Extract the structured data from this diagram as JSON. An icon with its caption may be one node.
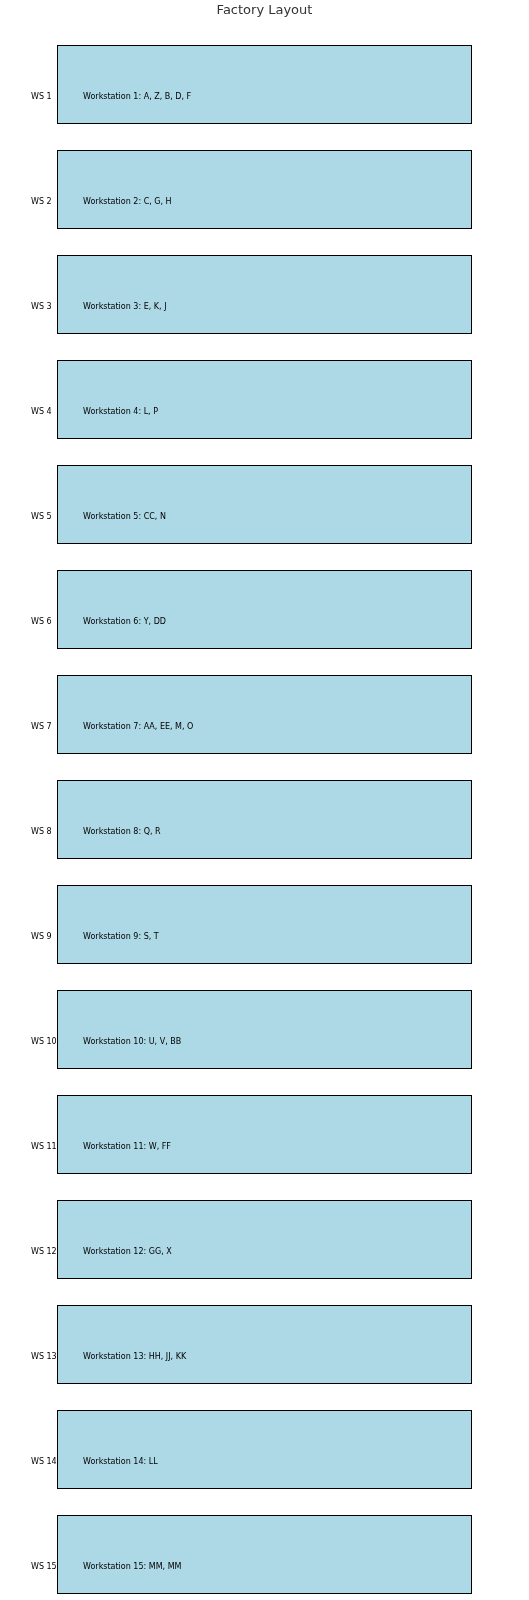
{
  "diagram": {
    "title": "Factory Layout",
    "nodes": [
      {
        "text": [
          "Workstation 1: A, Z, B, D, F"
        ],
        "beside": [
          "WS 1"
        ]
      },
      {
        "text": [
          "Workstation 2: C, G, H"
        ],
        "beside": [
          "WS 2"
        ]
      },
      {
        "text": [
          "Workstation 3: E, K, J"
        ],
        "beside": [
          "WS 3"
        ]
      },
      {
        "text": [
          "Workstation 4: L, P"
        ],
        "beside": [
          "WS 4"
        ]
      },
      {
        "text": [
          "Workstation 5: CC, N"
        ],
        "beside": [
          "WS 5"
        ]
      },
      {
        "text": [
          "Workstation 6: Y, DD"
        ],
        "beside": [
          "WS 6"
        ]
      },
      {
        "text": [
          "Workstation 7: AA, EE, M, O"
        ],
        "beside": [
          "WS 7"
        ]
      },
      {
        "text": [
          "Workstation 8: Q, R"
        ],
        "beside": [
          "WS 8"
        ]
      },
      {
        "text": [
          "Workstation 9: S, T"
        ],
        "beside": [
          "WS 9"
        ]
      },
      {
        "text": [
          "Workstation 10: U, V, BB"
        ],
        "beside": [
          "WS 10"
        ]
      },
      {
        "text": [
          "Workstation 11: W, FF"
        ],
        "beside": [
          "WS 11"
        ]
      },
      {
        "text": [
          "Workstation 12: GG, X"
        ],
        "beside": [
          "WS 12"
        ]
      },
      {
        "text": [
          "Workstation 13: HH, JJ, KK"
        ],
        "beside": [
          "WS 13"
        ]
      },
      {
        "text": [
          "Workstation 14: LL"
        ],
        "beside": [
          "WS 14"
        ]
      },
      {
        "text": [
          "Workstation 15: MM, MM"
        ],
        "beside": [
          "WS 15"
        ]
      }
    ]
  }
}
